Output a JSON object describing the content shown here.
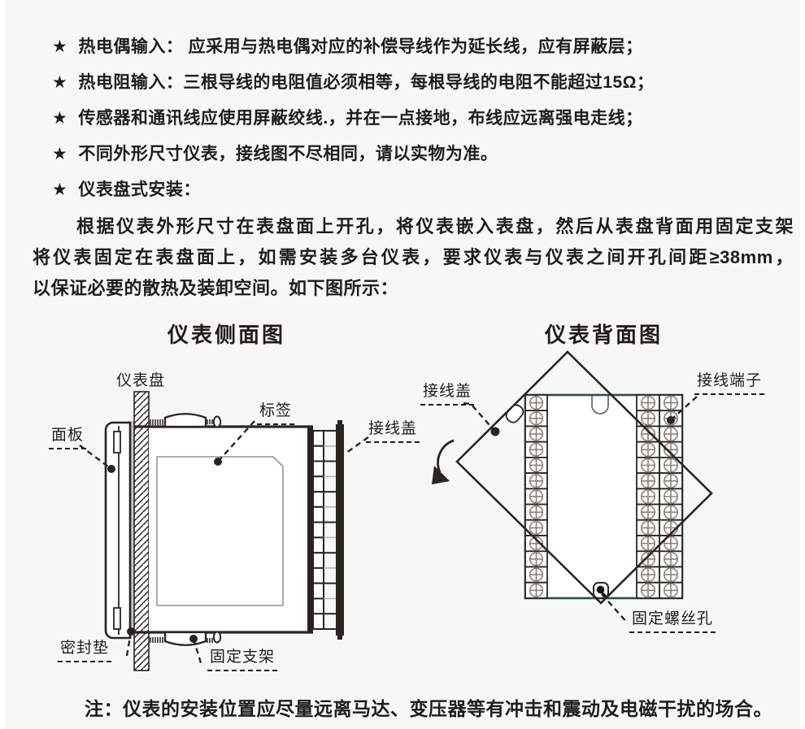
{
  "document": {
    "bullets": [
      {
        "marker": "★",
        "text": "热电偶输入： 应采用与热电偶对应的补偿导线作为延长线，应有屏蔽层；"
      },
      {
        "marker": "★",
        "text": "热电阻输入：三根导线的电阻值必须相等，每根导线的电阻不能超过15Ω；"
      },
      {
        "marker": "★",
        "text": "传感器和通讯线应使用屏蔽绞线.，并在一点接地，布线应远离强电走线；"
      },
      {
        "marker": "★",
        "text": "不同外形尺寸仪表，接线图不尽相同，请以实物为准。"
      },
      {
        "marker": "★",
        "text": "仪表盘式安装："
      }
    ],
    "paragraph_lines": [
      "根据仪表外形尺寸在表盘面上开孔，将仪表嵌入表盘，然后从表盘背面用固定支架",
      "将仪表固定在表盘面上，如需安装多台仪表，要求仪表与仪表之间开孔间距≥38mm，",
      "以保证必要的散热及装卸空间。如下图所示："
    ],
    "side_view": {
      "title": "仪表侧面图",
      "labels": {
        "panel_board": "仪表盘",
        "front_panel": "面板",
        "label_tag": "标签",
        "wiring_cover": "接线盖",
        "gasket": "密封垫",
        "bracket": "固定支架"
      }
    },
    "back_view": {
      "title": "仪表背面图",
      "labels": {
        "wiring_cover": "接线盖",
        "terminal": "接线端子",
        "screw_hole": "固定螺丝孔"
      }
    },
    "note": "注：仪表的安装位置应尽量远离马达、变压器等有冲击和震动及电磁干扰的场合。",
    "colors": {
      "ink": "#2b2320",
      "terminal_frame": "#2e4a56",
      "text": "#1d1d1d"
    }
  }
}
